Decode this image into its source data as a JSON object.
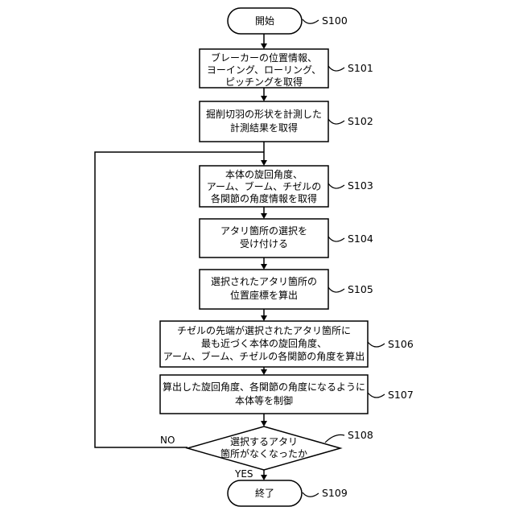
{
  "nodes": {
    "start": {
      "lines": [
        "開始"
      ],
      "label": "S100"
    },
    "s101": {
      "lines": [
        "ブレーカーの位置情報、",
        "ヨーイング、ローリング、",
        "ピッチングを取得"
      ],
      "label": "S101"
    },
    "s102": {
      "lines": [
        "掘削切羽の形状を計測した",
        "計測結果を取得"
      ],
      "label": "S102"
    },
    "s103": {
      "lines": [
        "本体の旋回角度、",
        "アーム、ブーム、チゼルの",
        "各関節の角度情報を取得"
      ],
      "label": "S103"
    },
    "s104": {
      "lines": [
        "アタリ箇所の選択を",
        "受け付ける"
      ],
      "label": "S104"
    },
    "s105": {
      "lines": [
        "選択されたアタリ箇所の",
        "位置座標を算出"
      ],
      "label": "S105"
    },
    "s106": {
      "lines": [
        "チゼルの先端が選択されたアタリ箇所に",
        "最も近づく本体の旋回角度、",
        "アーム、ブーム、チゼルの各関節の角度を算出"
      ],
      "label": "S106"
    },
    "s107": {
      "lines": [
        "算出した旋回角度、各関節の角度になるように",
        "本体等を制御"
      ],
      "label": "S107"
    },
    "s108": {
      "lines": [
        "選択するアタリ",
        "箇所がなくなったか"
      ],
      "label": "S108"
    },
    "end": {
      "lines": [
        "終了"
      ],
      "label": "S109"
    }
  },
  "branches": {
    "no": "NO",
    "yes": "YES"
  }
}
